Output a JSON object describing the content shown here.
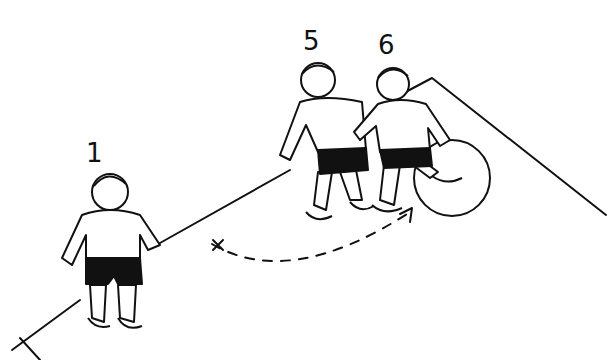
{
  "diagram": {
    "labels": [
      "1",
      "5",
      "6"
    ]
  }
}
